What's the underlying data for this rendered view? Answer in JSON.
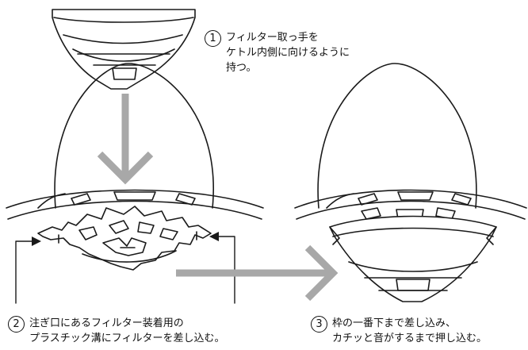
{
  "steps": [
    {
      "number": "1",
      "lines": [
        "フィルター取っ手を",
        "ケトル内側に向けるように",
        "持つ。"
      ]
    },
    {
      "number": "2",
      "lines": [
        "注ぎ口にあるフィルター装着用の",
        "プラスチック溝にフィルターを差し込む。"
      ]
    },
    {
      "number": "3",
      "lines": [
        "枠の一番下まで差し込み、",
        "カチッと音がするまで押し込む。"
      ]
    }
  ],
  "colors": {
    "line": "#1a1a1a",
    "arrow_gray": "#a8a8a8",
    "fill": "#ffffff"
  }
}
